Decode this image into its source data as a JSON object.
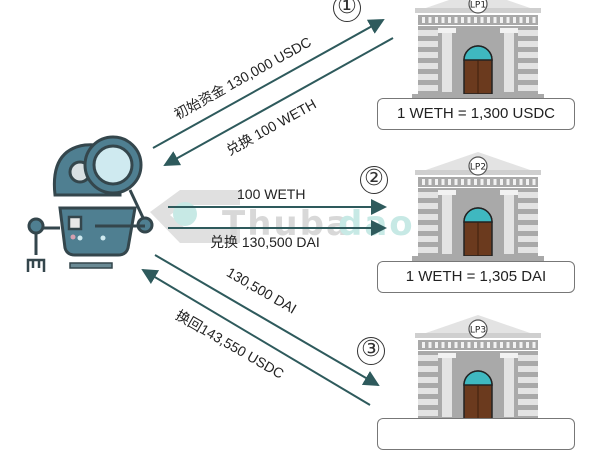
{
  "diagram": {
    "title": "Arbitrage across three liquidity pools",
    "colors": {
      "arrow": "#2e5a5c",
      "robot_body": "#4f7f91",
      "robot_outline": "#34464c",
      "building_gray": "#a9a9a9",
      "building_light": "#e3e3e3",
      "door_top": "#3fb8c0",
      "door_brown": "#6b3a1e",
      "watermark": "#9ad8d0"
    },
    "actor": {
      "name": "robot",
      "icon": "robot-with-magnifier-icon"
    },
    "steps": [
      {
        "number": "①",
        "pool": "LP1",
        "rate": "1 WETH = 1,300 USDC",
        "out_label": "初始资金 130,000 USDC",
        "in_label": "兑换 100 WETH"
      },
      {
        "number": "②",
        "pool": "LP2",
        "rate": "1 WETH = 1,305 DAI",
        "out_label": "100 WETH",
        "in_label": "兑换 130,500 DAI"
      },
      {
        "number": "③",
        "pool": "LP3",
        "rate": "",
        "out_label": "130,500 DAI",
        "in_label": "换回143,550 USDC"
      }
    ],
    "watermark": "Thuba dao"
  }
}
